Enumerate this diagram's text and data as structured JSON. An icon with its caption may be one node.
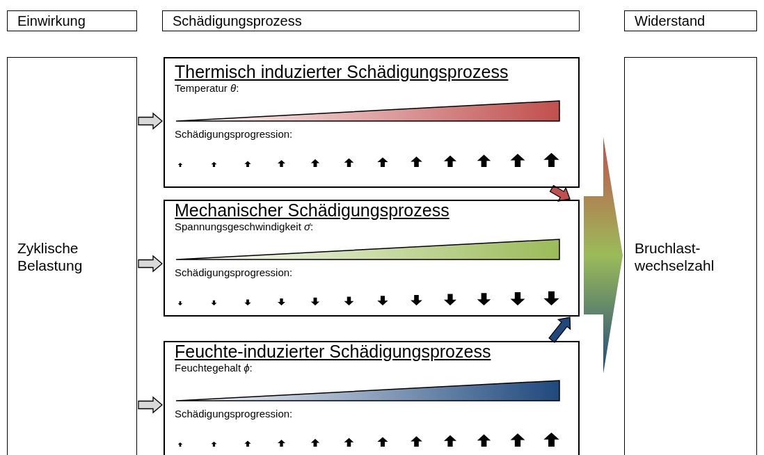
{
  "diagram": {
    "nodes": [
      {
        "text": [
          "Einwirkung"
        ]
      },
      {
        "text": [
          "Schädigungsprozess"
        ]
      },
      {
        "text": [
          "Widerstand"
        ]
      },
      {
        "text": [
          "Zyklische Belastung"
        ]
      },
      {
        "text": [
          "Thermisch induzierter Schädigungsprozess",
          "Temperatur *θ*:",
          "Schädigungsprogression:"
        ]
      },
      {
        "text": [
          "Mechanischer Schädigungsprozess",
          "Spannungsgeschwindigkeit *σ̇*:",
          "Schädigungsprogression:"
        ]
      },
      {
        "text": [
          "Feuchte-induzierter Schädigungsprozess",
          "Feuchtegehalt *ϕ*:",
          "Schädigungsprogression:"
        ]
      },
      {
        "text": [
          "Bruchlast- wechselzahl"
        ]
      }
    ],
    "edges": [
      {
        "from": 3,
        "to": 4,
        "arrow": "to"
      },
      {
        "from": 3,
        "to": 5,
        "arrow": "to"
      },
      {
        "from": 3,
        "to": 6,
        "arrow": "to"
      },
      {
        "from": 4,
        "to": 5,
        "arrow": "to",
        "color": "#c0504d"
      },
      {
        "from": 6,
        "to": 5,
        "arrow": "to",
        "color": "#1f497d"
      },
      {
        "from": 4,
        "to": 7,
        "arrow": "to",
        "style": "thick"
      },
      {
        "from": 5,
        "to": 7,
        "arrow": "to",
        "style": "thick"
      },
      {
        "from": 6,
        "to": 7,
        "arrow": "to",
        "style": "thick"
      }
    ]
  }
}
